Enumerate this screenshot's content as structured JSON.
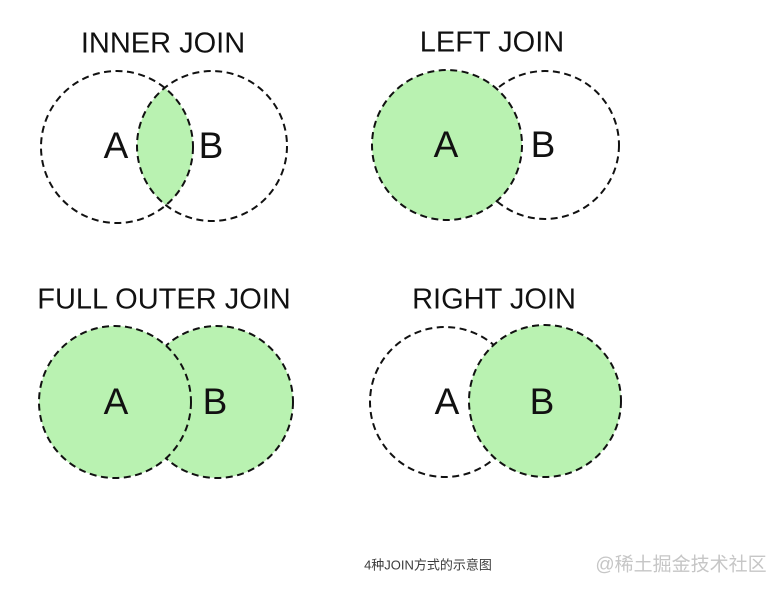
{
  "figure": {
    "caption": "4种JOIN方式的示意图",
    "watermark": "@稀土掘金技术社区"
  },
  "colors": {
    "venn_green": "#b9f2b1",
    "circle_white": "#ffffff",
    "stroke": "#111111",
    "background": "#ffffff",
    "caption_text": "#3c3c3c",
    "watermark_text": "#c6c6c6"
  },
  "diagrams": [
    {
      "title": "INNER JOIN",
      "label_a": "A",
      "label_b": "B",
      "shaded_region": "intersection"
    },
    {
      "title": "LEFT JOIN",
      "label_a": "A",
      "label_b": "B",
      "shaded_region": "left-circle"
    },
    {
      "title": "FULL OUTER JOIN",
      "label_a": "A",
      "label_b": "B",
      "shaded_region": "both-circles"
    },
    {
      "title": "RIGHT JOIN",
      "label_a": "A",
      "label_b": "B",
      "shaded_region": "right-circle"
    }
  ]
}
